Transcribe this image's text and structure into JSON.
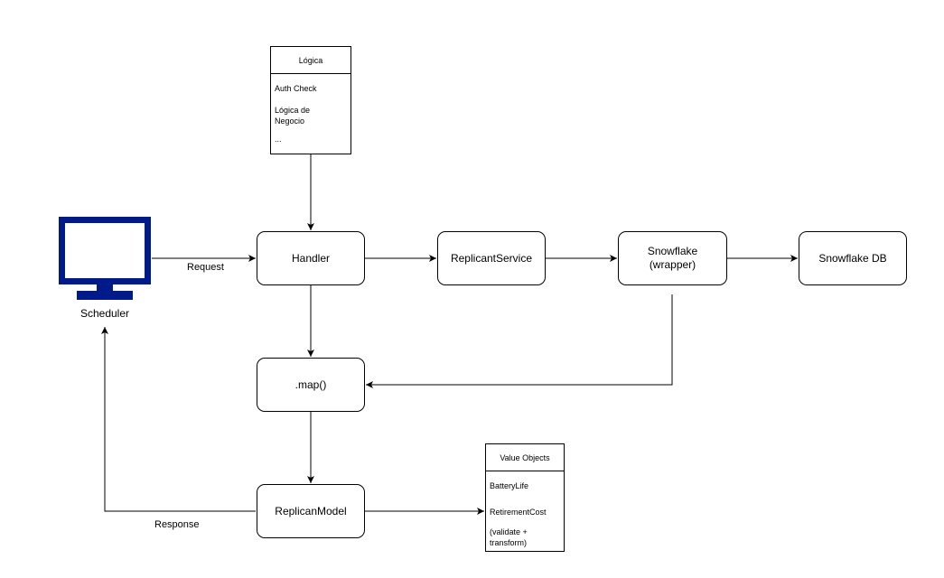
{
  "nodes": {
    "handler": "Handler",
    "replicant_service": "ReplicantService",
    "snowflake_wrapper": "Snowflake\n(wrapper)",
    "snowflake_db": "Snowflake DB",
    "map": ".map()",
    "replican_model": "ReplicanModel"
  },
  "logica": {
    "title": "Lógica",
    "items": [
      "Auth Check",
      "Lógica de\nNegocio",
      "..."
    ]
  },
  "value_objects": {
    "title": "Value Objects",
    "items": [
      "BatteryLife",
      "RetirementCost",
      "(validate +\ntransform)"
    ]
  },
  "scheduler": {
    "label": "Scheduler",
    "icon": "monitor-icon",
    "color": "#001A8A"
  },
  "edges": {
    "request": "Request",
    "response": "Response"
  }
}
